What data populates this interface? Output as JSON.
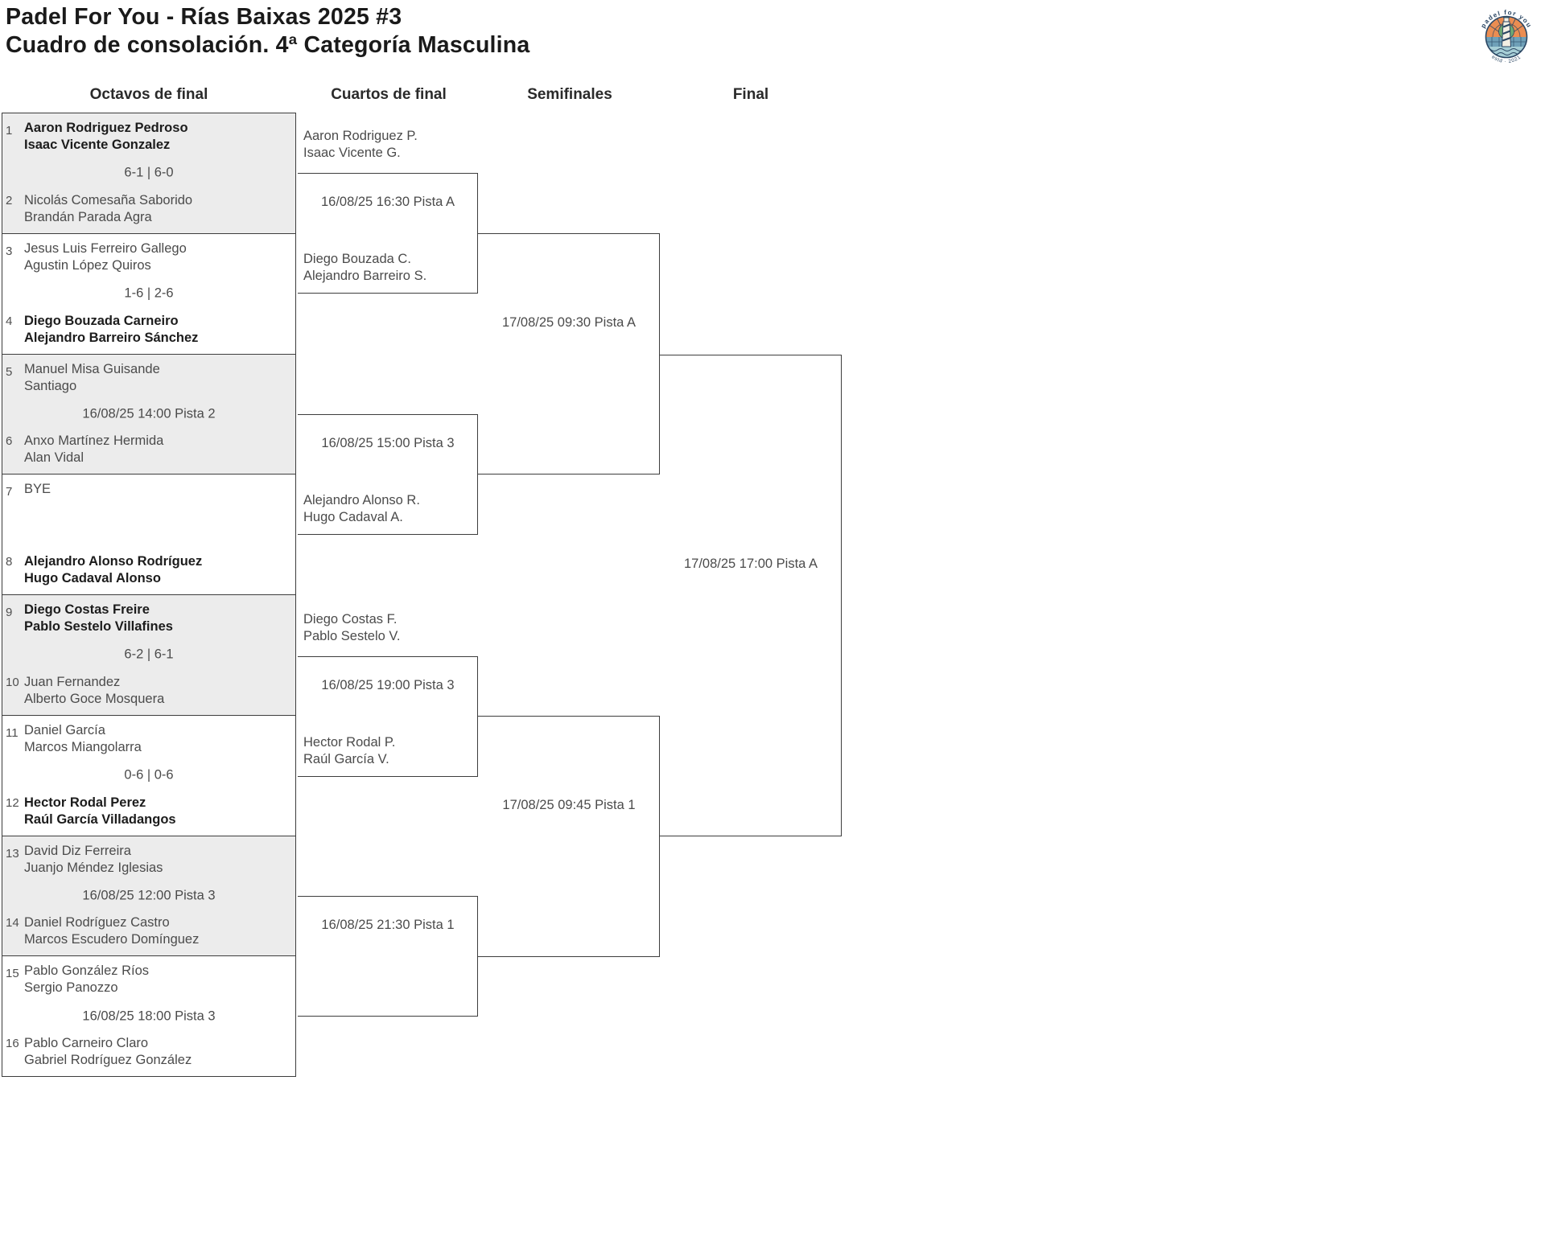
{
  "title": {
    "line1": "Padel For You - Rías Baixas 2025 #3",
    "line2": "Cuadro de consolación. 4ª Categoría Masculina"
  },
  "rounds": {
    "r16": "Octavos de final",
    "qf": "Cuartos de final",
    "sf": "Semifinales",
    "final": "Final"
  },
  "logo": {
    "arc_top": "padel for you",
    "arc_bottom": "estd · 2021"
  },
  "colors": {
    "border": "#3d3d3d",
    "shaded_row": "#ececec",
    "text_regular": "#4b4b4b",
    "text_winner": "#1c1c1c",
    "logo_navy": "#2A4663",
    "logo_orange": "#EB8D51",
    "logo_panel_blue": "#6FA0B8",
    "logo_sea": "#A6CED6",
    "logo_green": "#6CA873",
    "logo_cream": "#F4EFE3"
  },
  "octavos": [
    {
      "seed_top": "1",
      "top1": "Aaron Rodriguez Pedroso",
      "top2": "Isaac Vicente Gonzalez",
      "middle": "6-1 | 6-0",
      "seed_bottom": "2",
      "bottom1": "Nicolás Comesaña Saborido",
      "bottom2": "Brandán Parada Agra",
      "winner": "top"
    },
    {
      "seed_top": "3",
      "top1": "Jesus Luis Ferreiro Gallego",
      "top2": "Agustin López Quiros",
      "middle": "1-6 | 2-6",
      "seed_bottom": "4",
      "bottom1": "Diego Bouzada Carneiro",
      "bottom2": "Alejandro Barreiro Sánchez",
      "winner": "bottom"
    },
    {
      "seed_top": "5",
      "top1": "Manuel Misa Guisande",
      "top2": "Santiago",
      "middle": "16/08/25 14:00 Pista 2",
      "seed_bottom": "6",
      "bottom1": "Anxo Martínez Hermida",
      "bottom2": "Alan Vidal",
      "winner": ""
    },
    {
      "seed_top": "7",
      "top1": "BYE",
      "top2": "",
      "middle": "",
      "seed_bottom": "8",
      "bottom1": "Alejandro Alonso Rodríguez",
      "bottom2": "Hugo Cadaval Alonso",
      "winner": "bottom"
    },
    {
      "seed_top": "9",
      "top1": "Diego Costas Freire",
      "top2": "Pablo Sestelo Villafines",
      "middle": "6-2 | 6-1",
      "seed_bottom": "10",
      "bottom1": "Juan Fernandez",
      "bottom2": "Alberto Goce Mosquera",
      "winner": "top"
    },
    {
      "seed_top": "11",
      "top1": "Daniel García",
      "top2": "Marcos Miangolarra",
      "middle": "0-6 | 0-6",
      "seed_bottom": "12",
      "bottom1": "Hector Rodal Perez",
      "bottom2": "Raúl García Villadangos",
      "winner": "bottom"
    },
    {
      "seed_top": "13",
      "top1": "David Diz Ferreira",
      "top2": "Juanjo Méndez Iglesias",
      "middle": "16/08/25 12:00 Pista 3",
      "seed_bottom": "14",
      "bottom1": "Daniel Rodríguez Castro",
      "bottom2": "Marcos Escudero Domínguez",
      "winner": ""
    },
    {
      "seed_top": "15",
      "top1": "Pablo González Ríos",
      "top2": "Sergio Panozzo",
      "middle": "16/08/25 18:00 Pista 3",
      "seed_bottom": "16",
      "bottom1": "Pablo Carneiro Claro",
      "bottom2": "Gabriel Rodríguez González",
      "winner": ""
    }
  ],
  "cuartos": [
    {
      "top1": "Aaron Rodriguez P.",
      "top2": "Isaac Vicente G.",
      "time": "16/08/25 16:30 Pista A",
      "bottom1": "Diego Bouzada C.",
      "bottom2": "Alejandro Barreiro S."
    },
    {
      "top1": "",
      "top2": "",
      "time": "16/08/25 15:00 Pista 3",
      "bottom1": "Alejandro Alonso R.",
      "bottom2": "Hugo Cadaval A."
    },
    {
      "top1": "Diego Costas F.",
      "top2": "Pablo Sestelo V.",
      "time": "16/08/25 19:00 Pista 3",
      "bottom1": "Hector Rodal P.",
      "bottom2": "Raúl García V."
    },
    {
      "top1": "",
      "top2": "",
      "time": "16/08/25 21:30 Pista 1",
      "bottom1": "",
      "bottom2": ""
    }
  ],
  "semis": [
    {
      "time": "17/08/25 09:30 Pista A"
    },
    {
      "time": "17/08/25 09:45 Pista 1"
    }
  ],
  "final": {
    "time": "17/08/25 17:00 Pista A"
  }
}
